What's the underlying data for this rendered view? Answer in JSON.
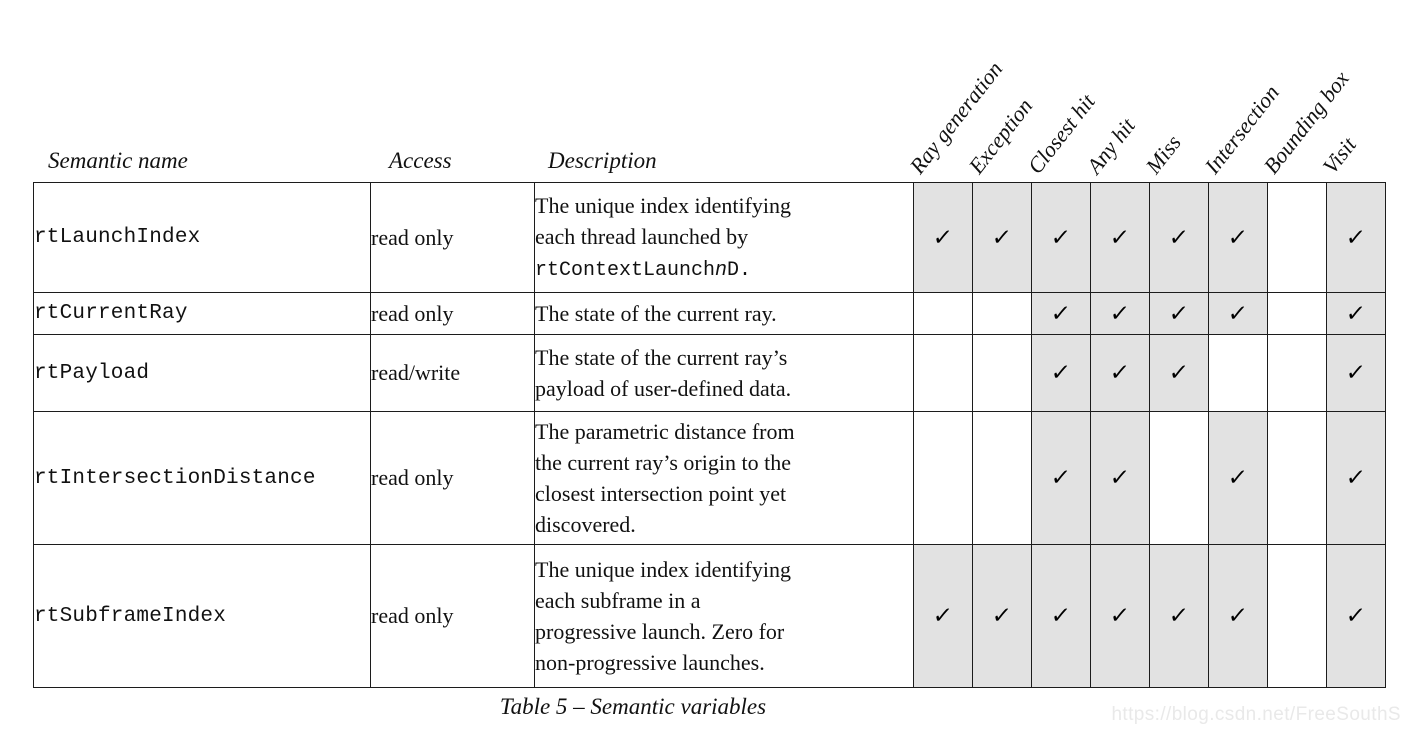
{
  "page": {
    "caption": "Table 5 – Semantic variables",
    "watermark": "https://blog.csdn.net/FreeSouthS"
  },
  "table": {
    "header_columns": [
      "Semantic name",
      "Access",
      "Description"
    ],
    "program_types": [
      "Ray generation",
      "Exception",
      "Closest hit",
      "Any hit",
      "Miss",
      "Intersection",
      "Bounding box",
      "Visit"
    ],
    "check_symbol": "✓",
    "colors": {
      "shaded_cell": "#e2e2e2",
      "border": "#1c1c1c",
      "watermark": "#e9e9e9"
    },
    "rows": [
      {
        "name": "rtLaunchIndex",
        "access": "read only",
        "description_lines": [
          [
            {
              "text": "The unique index identifying"
            }
          ],
          [
            {
              "text": "each thread launched by"
            }
          ],
          [
            {
              "text": "rtContextLaunch",
              "style": "mono"
            },
            {
              "text": "n",
              "style": "mono-italic"
            },
            {
              "text": "D.",
              "style": "mono"
            }
          ]
        ],
        "checks": [
          true,
          true,
          true,
          true,
          true,
          true,
          false,
          true
        ]
      },
      {
        "name": "rtCurrentRay",
        "access": "read only",
        "description_lines": [
          [
            {
              "text": "The state of the current ray."
            }
          ]
        ],
        "checks": [
          false,
          false,
          true,
          true,
          true,
          true,
          false,
          true
        ]
      },
      {
        "name": "rtPayload",
        "access": "read/write",
        "description_lines": [
          [
            {
              "text": "The state of the current ray’s"
            }
          ],
          [
            {
              "text": "payload of user-defined data."
            }
          ]
        ],
        "checks": [
          false,
          false,
          true,
          true,
          true,
          false,
          false,
          true
        ]
      },
      {
        "name": "rtIntersectionDistance",
        "access": "read only",
        "description_lines": [
          [
            {
              "text": "The parametric distance from"
            }
          ],
          [
            {
              "text": "the current ray’s origin to the"
            }
          ],
          [
            {
              "text": "closest intersection point yet"
            }
          ],
          [
            {
              "text": "discovered."
            }
          ]
        ],
        "checks": [
          false,
          false,
          true,
          true,
          false,
          true,
          false,
          true
        ]
      },
      {
        "name": "rtSubframeIndex",
        "access": "read only",
        "description_lines": [
          [
            {
              "text": "The unique index identifying"
            }
          ],
          [
            {
              "text": "each subframe in a"
            }
          ],
          [
            {
              "text": "progressive launch. Zero for"
            }
          ],
          [
            {
              "text": "non-progressive launches."
            }
          ]
        ],
        "checks": [
          true,
          true,
          true,
          true,
          true,
          true,
          false,
          true
        ]
      }
    ]
  }
}
